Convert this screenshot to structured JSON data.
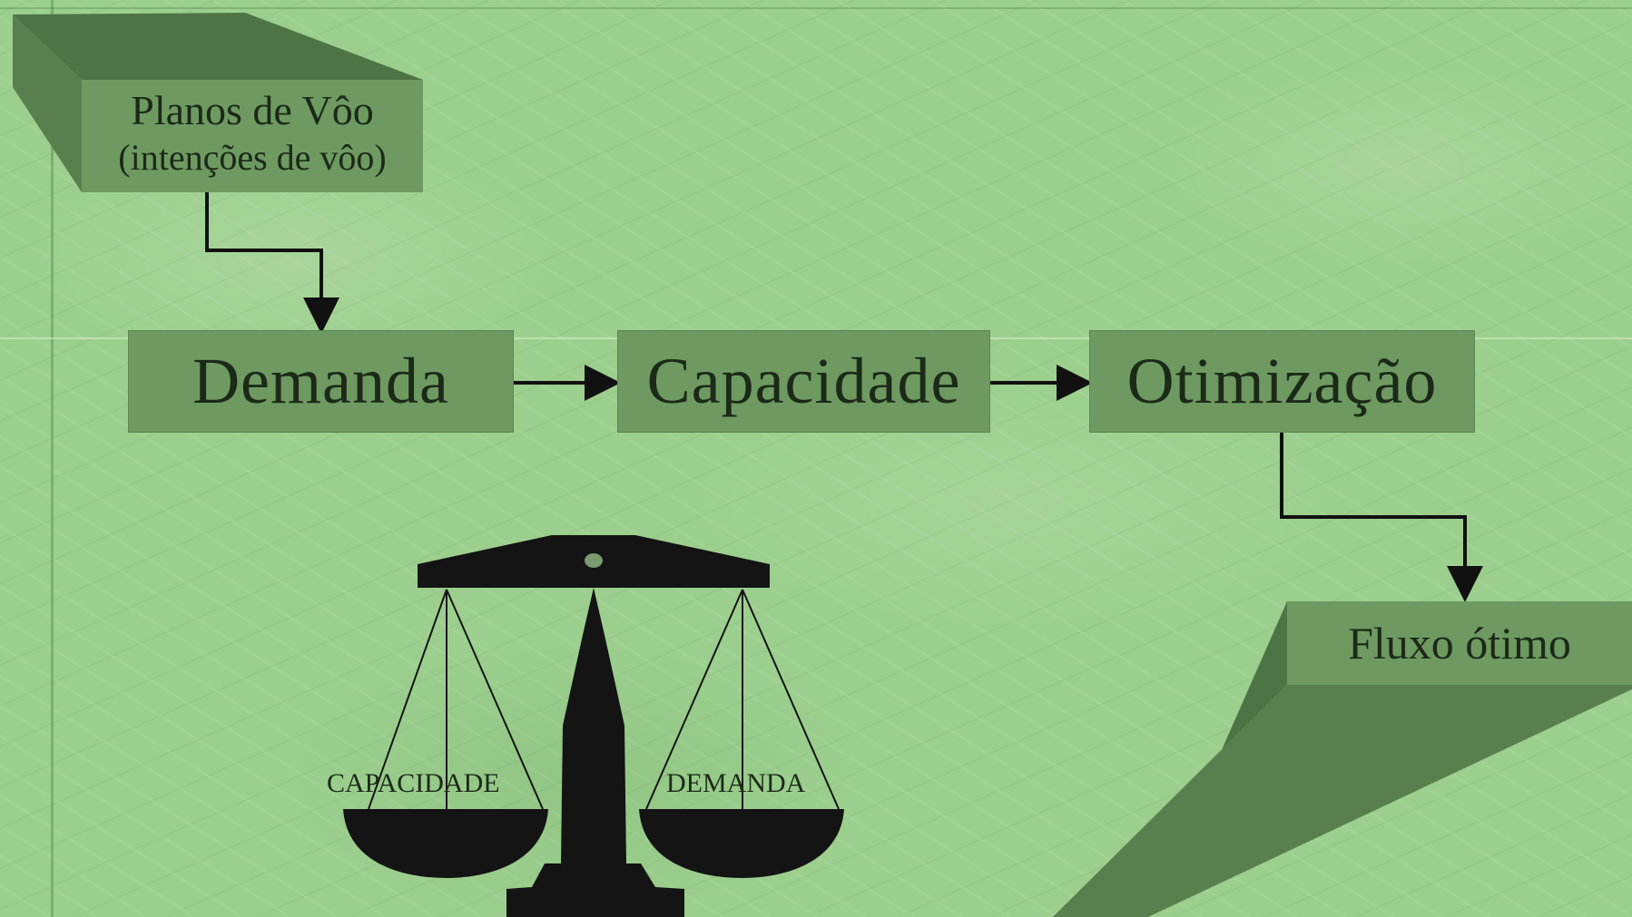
{
  "diagram": {
    "planos": {
      "line1": "Planos de Vôo",
      "line2": "(intenções de vôo)"
    },
    "boxes": [
      {
        "label": "Demanda"
      },
      {
        "label": "Capacidade"
      },
      {
        "label": "Otimização"
      }
    ],
    "output": {
      "label": "Fluxo ótimo"
    },
    "balance": {
      "left_pan": "CAPACIDADE",
      "right_pan": "DEMANDA"
    }
  },
  "colors": {
    "background": "#9ccf8d",
    "box_fill": "#6e9a62",
    "box_top": "#4d7444",
    "box_side": "#597f4e",
    "ink": "#1c2a18"
  }
}
